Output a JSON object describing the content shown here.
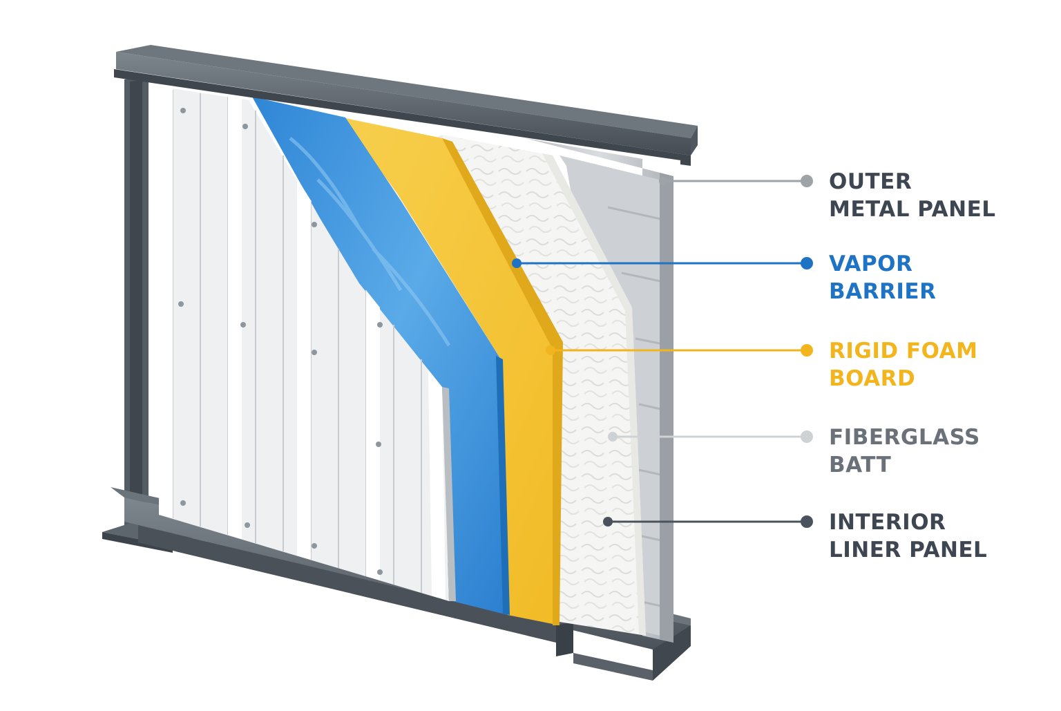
{
  "diagram": {
    "layers": [
      {
        "id": "outer-metal-panel",
        "label_line1": "OUTER",
        "label_line2": "METAL PANEL",
        "color": "#3d4651",
        "marker_color": "#9ea3a8"
      },
      {
        "id": "vapor-barrier",
        "label_line1": "VAPOR",
        "label_line2": "BARRIER",
        "color": "#1f73c4",
        "marker_color": "#1f73c4"
      },
      {
        "id": "rigid-foam-board",
        "label_line1": "RIGID FOAM",
        "label_line2": "BOARD",
        "color": "#f2b51d",
        "marker_color": "#f2b51d"
      },
      {
        "id": "fiberglass-batt",
        "label_line1": "FIBERGLASS",
        "label_line2": "BATT",
        "color": "#6b7178",
        "marker_color": "#cfd2d5"
      },
      {
        "id": "interior-liner-panel",
        "label_line1": "INTERIOR",
        "label_line2": "LINER PANEL",
        "color": "#3d4651",
        "marker_color": "#4a535d"
      }
    ],
    "palette": {
      "steel_dark": "#4b535c",
      "steel_mid": "#6c747d",
      "steel_light": "#9aa1a8",
      "metal_panel": "#eef0f2",
      "vapor_blue": "#3d92dc",
      "foam_yellow": "#f6c63c",
      "fiberglass": "#f4f4f2",
      "liner": "#c9ccd0"
    }
  }
}
